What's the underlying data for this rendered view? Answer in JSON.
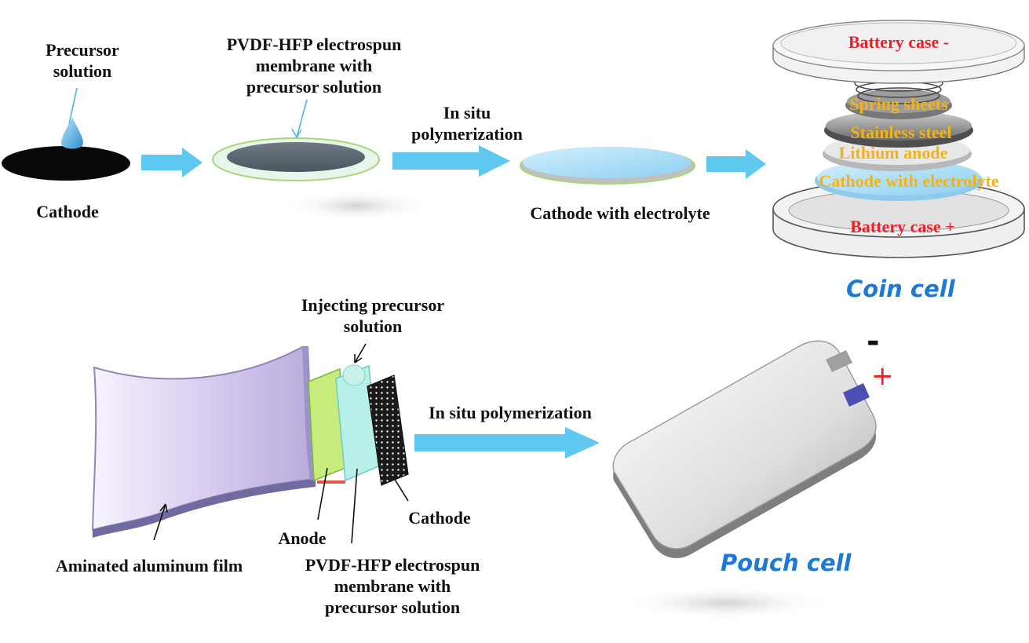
{
  "colors": {
    "arrow": "#5fc8f0",
    "label_red": "#e8222a",
    "label_gold": "#f2b21b",
    "title_blue": "#1e78d6"
  },
  "top_row": {
    "precursor_solution": [
      "Precursor",
      "solution"
    ],
    "cathode": "Cathode",
    "membrane": [
      "PVDF-HFP electrospun",
      "membrane with",
      "precursor solution"
    ],
    "in_situ_polymerization": [
      "In situ",
      "polymerization"
    ],
    "cathode_with_electrolyte": "Cathode with electrolyte"
  },
  "coin_cell": {
    "title": "Coin cell",
    "battery_case_minus": "Battery case -",
    "spring_sheets": "Spring sheets",
    "stainless_steel": "Stainless steel",
    "lithium_anode": "Lithium anode",
    "cathode_with_electrolyte": "Cathode with electrolyte",
    "battery_case_plus": "Battery case +"
  },
  "bottom_row": {
    "injecting_precursor_solution": [
      "Injecting precursor",
      "solution"
    ],
    "in_situ_polymerization": "In situ polymerization",
    "anode": "Anode",
    "cathode": "Cathode",
    "aminated_aluminum_film": "Aminated aluminum film",
    "membrane": [
      "PVDF-HFP electrospun",
      "membrane with",
      "precursor solution"
    ]
  },
  "pouch_cell": {
    "title": "Pouch cell",
    "minus_sign": "-",
    "plus_sign": "+"
  }
}
